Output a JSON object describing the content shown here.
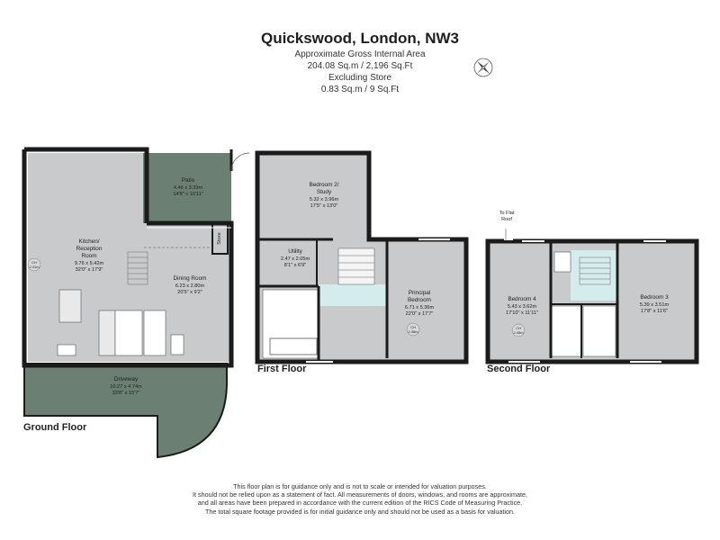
{
  "header": {
    "title": "Quickswood, London, NW3",
    "area_label": "Approximate Gross Internal Area",
    "area_value": "204.08 Sq.m / 2,196 Sq.Ft",
    "excl_label": "Excluding Store",
    "excl_value": "0.83 Sq.m / 9 Sq.Ft"
  },
  "icons": {
    "compass": "compass-rose-icon"
  },
  "colors": {
    "room": "#c9cacb",
    "outdoor": "#6b7f72",
    "wall": "#1b1b1b",
    "landing": "#d4ecec"
  },
  "floors": {
    "ground": {
      "label": "Ground Floor",
      "patio": {
        "name": "Patio",
        "metric": "4.46 x 3.33m",
        "imperial": "14'8\" x 10'11\""
      },
      "store": {
        "name": "Store"
      },
      "kitchen": {
        "name1": "Kitchen/",
        "name2": "Reception",
        "name3": "Room",
        "metric": "9.76 x 5.42m",
        "imperial": "32'0\" x 17'9\"",
        "ch": "CH",
        "ch_val": "2.41m"
      },
      "dining": {
        "name": "Dining Room",
        "metric": "6.23 x 2.80m",
        "imperial": "20'5\" x 9'2\""
      },
      "driveway": {
        "name": "Driveway",
        "metric": "10.27 x 4.74m",
        "imperial": "33'8\" x 15'7\""
      }
    },
    "first": {
      "label": "First Floor",
      "bedroom2": {
        "name1": "Bedroom 2/",
        "name2": "Study",
        "metric": "5.32 x 3.96m",
        "imperial": "17'5\" x 13'0\""
      },
      "utility": {
        "name": "Utility",
        "metric": "2.47 x 2.05m",
        "imperial": "8'1\" x 6'9\""
      },
      "principal": {
        "name1": "Principal",
        "name2": "Bedroom",
        "metric": "6.71 x 5.36m",
        "imperial": "22'0\" x 17'7\"",
        "ch": "CH",
        "ch_val": "2.38m"
      }
    },
    "second": {
      "label": "Second Floor",
      "flat_roof1": "To Flat",
      "flat_roof2": "Roof",
      "bedroom4": {
        "name": "Bedroom 4",
        "metric": "5.43 x 3.62m",
        "imperial": "17'10\" x 11'11\"",
        "ch": "CH",
        "ch_val": "2.45m"
      },
      "bedroom3": {
        "name": "Bedroom 3",
        "metric": "5.39 x 3.51m",
        "imperial": "17'8\" x 11'6\""
      }
    }
  },
  "disclaimer": [
    "This floor plan is for guidance only and is not to scale or intended for valuation purposes.",
    "It should not be relied upon as a statement of fact. All measurements of doors, windows, and rooms are approximate,",
    "and all areas have been prepared in accordance with the current edition of the RICS Code of Measuring Practice.",
    "The total square footage provided is for initial guidance only and should not be used as a basis for valuation."
  ]
}
